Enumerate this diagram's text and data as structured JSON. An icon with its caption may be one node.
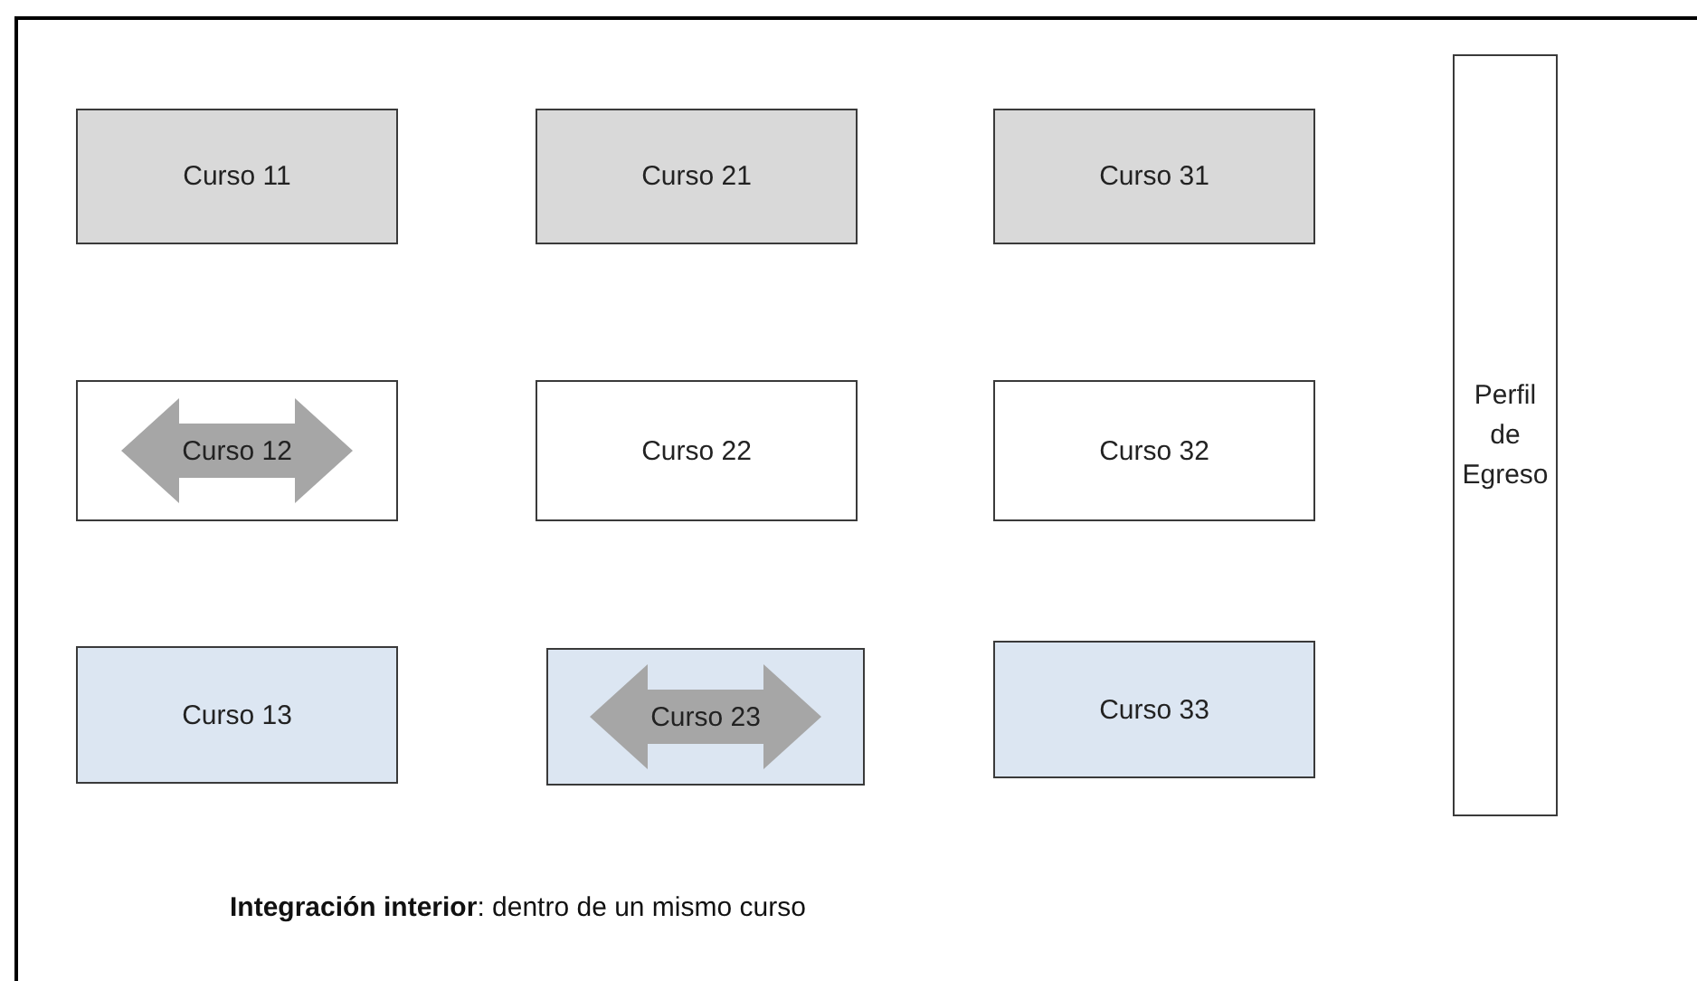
{
  "diagram": {
    "nodes": [
      {
        "text": [
          "Curso 11"
        ]
      },
      {
        "text": [
          "Curso 21"
        ]
      },
      {
        "text": [
          "Curso 31"
        ]
      },
      {
        "text": [
          "Curso 12"
        ]
      },
      {
        "text": [
          "Curso 22"
        ]
      },
      {
        "text": [
          "Curso 32"
        ]
      },
      {
        "text": [
          "Curso 13"
        ]
      },
      {
        "text": [
          "Curso 23"
        ]
      },
      {
        "text": [
          "Curso 33"
        ]
      },
      {
        "text": [
          "Perfil de Egreso"
        ]
      }
    ],
    "labels": [
      "**Integración interior**: dentro de un mismo curso"
    ]
  }
}
